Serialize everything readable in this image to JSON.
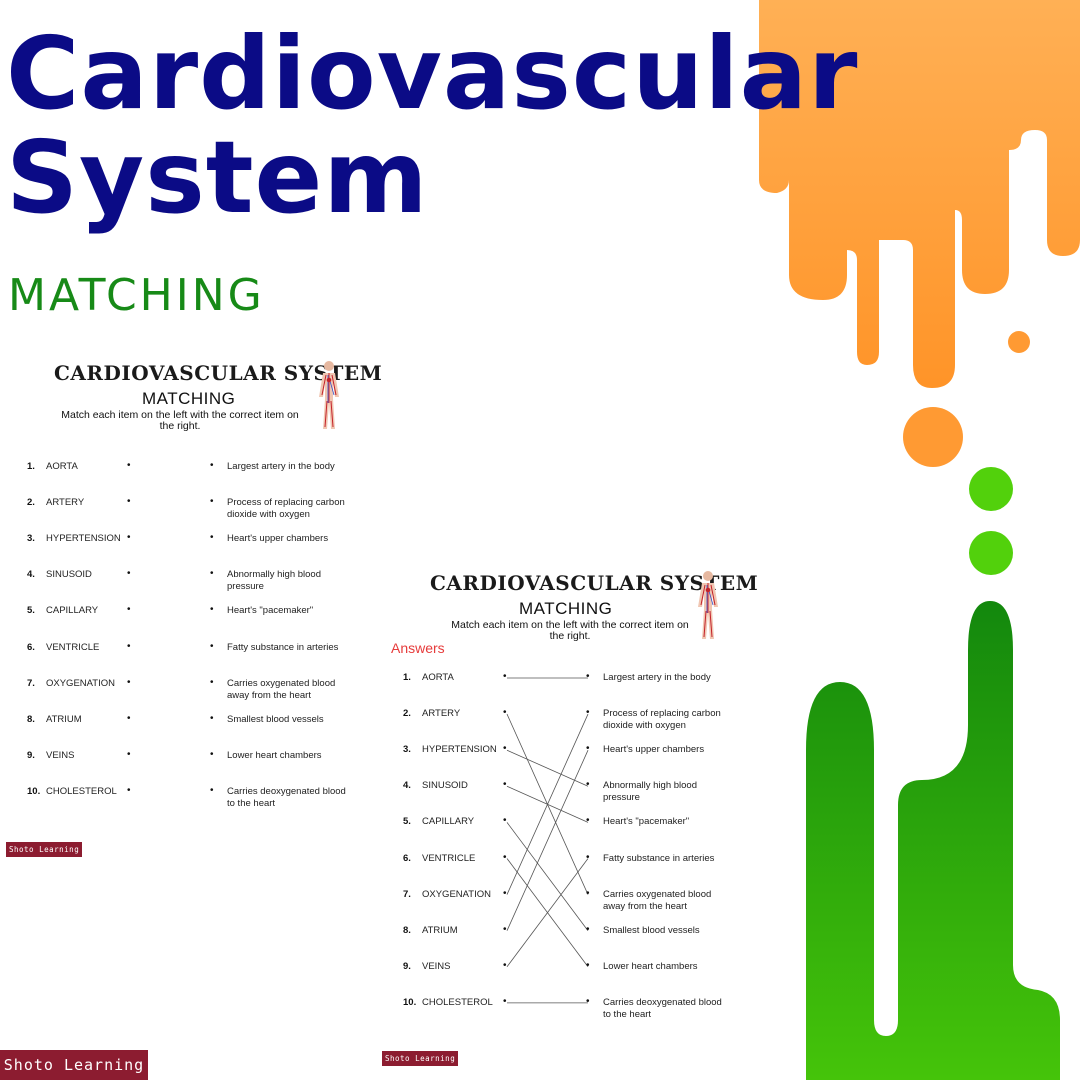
{
  "poster": {
    "title_line1": "Cardiovascular",
    "title_line2": "System",
    "subtitle": "MATCHING",
    "brand": "Shoto Learning"
  },
  "worksheet": {
    "title": "CARDIOVASCULAR SYSTEM",
    "subtitle": "MATCHING",
    "instructions_line1": "Match each item on the left with the correct item on",
    "instructions_line2": "the right.",
    "brand": "Shoto Learning",
    "illustration_icon": "human-circulatory-system-icon",
    "terms": [
      {
        "num": "1.",
        "term": "AORTA"
      },
      {
        "num": "2.",
        "term": "ARTERY"
      },
      {
        "num": "3.",
        "term": "HYPERTENSION"
      },
      {
        "num": "4.",
        "term": "SINUSOID"
      },
      {
        "num": "5.",
        "term": "CAPILLARY"
      },
      {
        "num": "6.",
        "term": "VENTRICLE"
      },
      {
        "num": "7.",
        "term": "OXYGENATION"
      },
      {
        "num": "8.",
        "term": "ATRIUM"
      },
      {
        "num": "9.",
        "term": "VEINS"
      },
      {
        "num": "10.",
        "term": "CHOLESTEROL"
      }
    ],
    "definitions": [
      {
        "line1": "Largest artery in the body",
        "line2": ""
      },
      {
        "line1": "Process of replacing carbon",
        "line2": "dioxide with oxygen"
      },
      {
        "line1": "Heart's upper chambers",
        "line2": ""
      },
      {
        "line1": "Abnormally high blood",
        "line2": "pressure"
      },
      {
        "line1": "Heart's \"pacemaker\"",
        "line2": ""
      },
      {
        "line1": "Fatty substance in arteries",
        "line2": ""
      },
      {
        "line1": "Carries oxygenated blood",
        "line2": "away from the heart"
      },
      {
        "line1": "Smallest blood vessels",
        "line2": ""
      },
      {
        "line1": "Lower heart chambers",
        "line2": ""
      },
      {
        "line1": "Carries deoxygenated blood",
        "line2": "to the heart"
      }
    ]
  },
  "answer_sheet": {
    "answers_label": "Answers",
    "brand": "Shoto Learning",
    "matches": [
      0,
      6,
      3,
      4,
      7,
      8,
      1,
      2,
      5,
      9
    ]
  },
  "colors": {
    "title": "#0b0b86",
    "subtitle": "#178a17",
    "orange": "#ff9a33",
    "green": "#2a9a0a",
    "brand": "#8c1c30",
    "answers": "#e63b3b"
  }
}
